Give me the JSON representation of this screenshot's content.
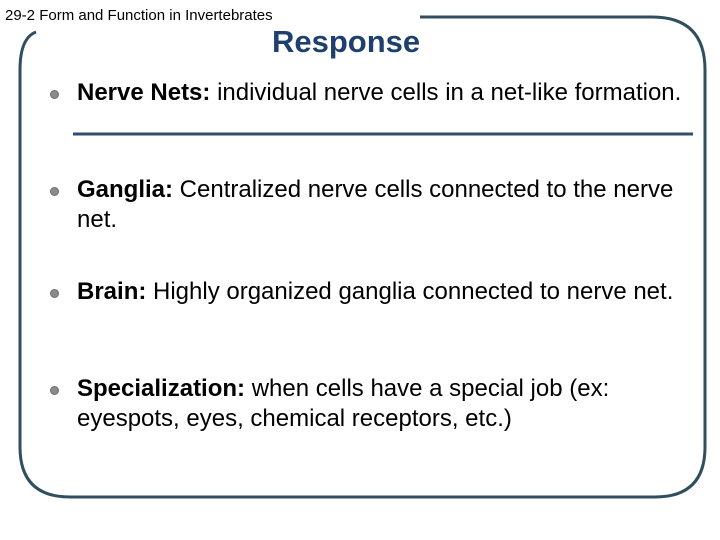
{
  "header": {
    "label": "29-2 Form and Function in Invertebrates"
  },
  "slide": {
    "title": "Response",
    "bullets": [
      {
        "term": "Nerve Nets:",
        "text": "  individual nerve cells in a net-like formation."
      },
      {
        "term": "Ganglia:",
        "text": " Centralized nerve cells connected to the nerve net."
      },
      {
        "term": "Brain:",
        "text": " Highly organized ganglia connected to nerve net."
      },
      {
        "term": "Specialization:",
        "text": " when cells have a special job (ex: eyespots, eyes, chemical receptors, etc.)"
      }
    ]
  },
  "colors": {
    "title": "#1f3f6e",
    "frame": "#2f4f5f",
    "rule": "#2f4f6f",
    "bullet": "#8a8a8a"
  }
}
